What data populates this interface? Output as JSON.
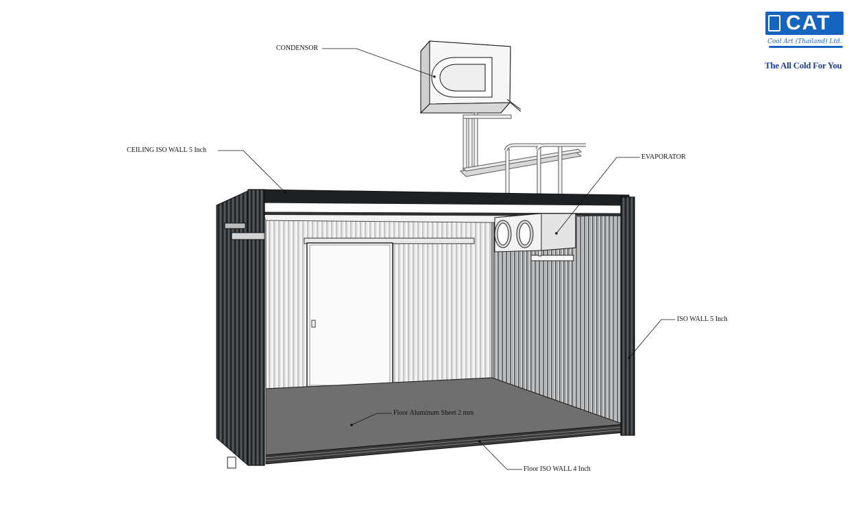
{
  "labels": {
    "condensor": "CONDENSOR",
    "ceiling": "CEILING ISO WALL 5 Inch",
    "evaporator": "EVAPORATOR",
    "iso_wall": "ISO WALL 5 Inch",
    "floor_sheet": "Floor Aluminum Sheet 2 mm",
    "floor_wall": "Floor ISO WALL 4 Inch"
  },
  "logo": {
    "brand": "CAT",
    "company": "Cool Art (Thailand) Ltd.",
    "tagline": "The All Cold For You",
    "color": "#1565c0"
  },
  "colors": {
    "panel_dark": "#2b2f33",
    "floor": "#6e6e6e",
    "line": "#111111"
  }
}
